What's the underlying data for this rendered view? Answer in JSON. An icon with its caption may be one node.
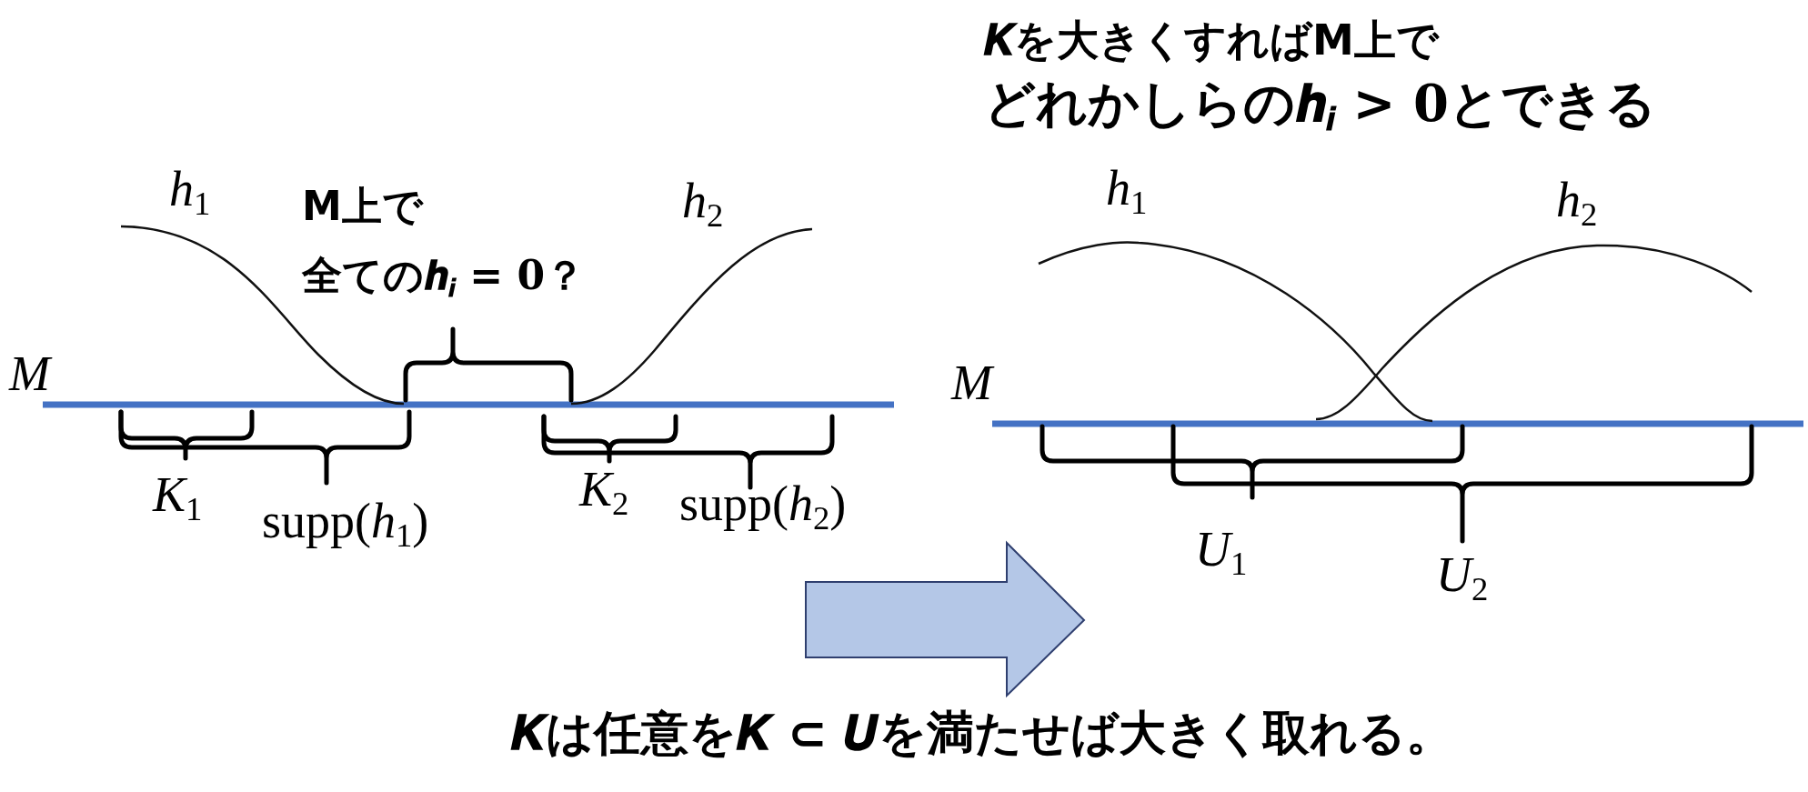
{
  "diagram": {
    "caption": "𝑲は任意を𝑲 ⊂ 𝑼を満たせば大きく取れる。",
    "labels": [
      "M",
      "*h*$_{1}$",
      "M上で全ての𝒉$_{𝒊}$ = 𝟎？",
      "*h*$_{2}$",
      "*K*$_{1}$",
      "supp(*h*$_{1}$)",
      "*K*$_{2}$",
      "supp(*h*$_{2}$)",
      "𝑲を大きくすればM上でどれかしらの𝒉$_{𝒊}$ > 𝟎とできる",
      "*h*$_{1}$",
      "*h*$_{2}$",
      "M",
      "*U*$_{1}$",
      "*U*$_{2}$"
    ]
  }
}
